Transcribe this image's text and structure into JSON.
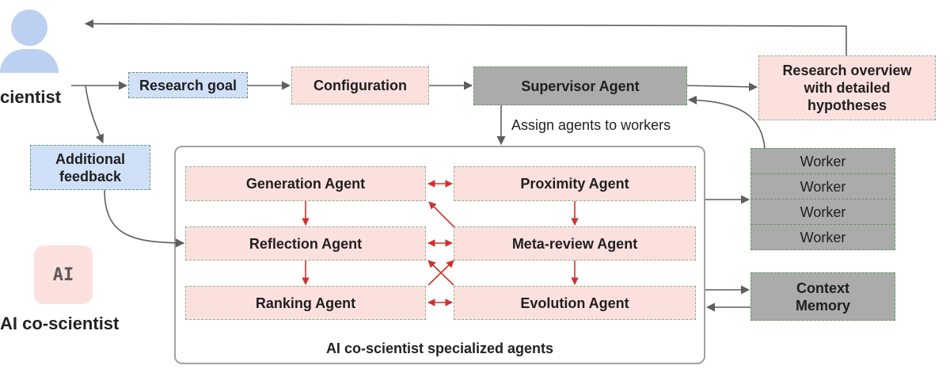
{
  "left": {
    "scientist_label": "cientist",
    "ai_icon_text": "AI",
    "ai_label": "AI co-scientist"
  },
  "nodes": {
    "research_goal": "Research goal",
    "configuration": "Configuration",
    "supervisor": "Supervisor Agent",
    "overview": "Research overview with detailed hypotheses",
    "additional_feedback": "Additional feedback",
    "generation": "Generation Agent",
    "proximity": "Proximity  Agent",
    "reflection": "Reflection Agent",
    "meta_review": "Meta-review Agent",
    "ranking": "Ranking Agent",
    "evolution": "Evolution Agent",
    "context_memory": "Context Memory"
  },
  "workers": [
    "Worker",
    "Worker",
    "Worker",
    "Worker"
  ],
  "edge_labels": {
    "assign": "Assign agents to workers"
  },
  "container_label": "AI co-scientist specialized agents",
  "colors": {
    "blue_fill": "#cfe0f8",
    "pink_fill": "#fbe0de",
    "gray_fill": "#ababab",
    "arrow_gray": "#5e5e5e",
    "arrow_red": "#d0312d"
  }
}
